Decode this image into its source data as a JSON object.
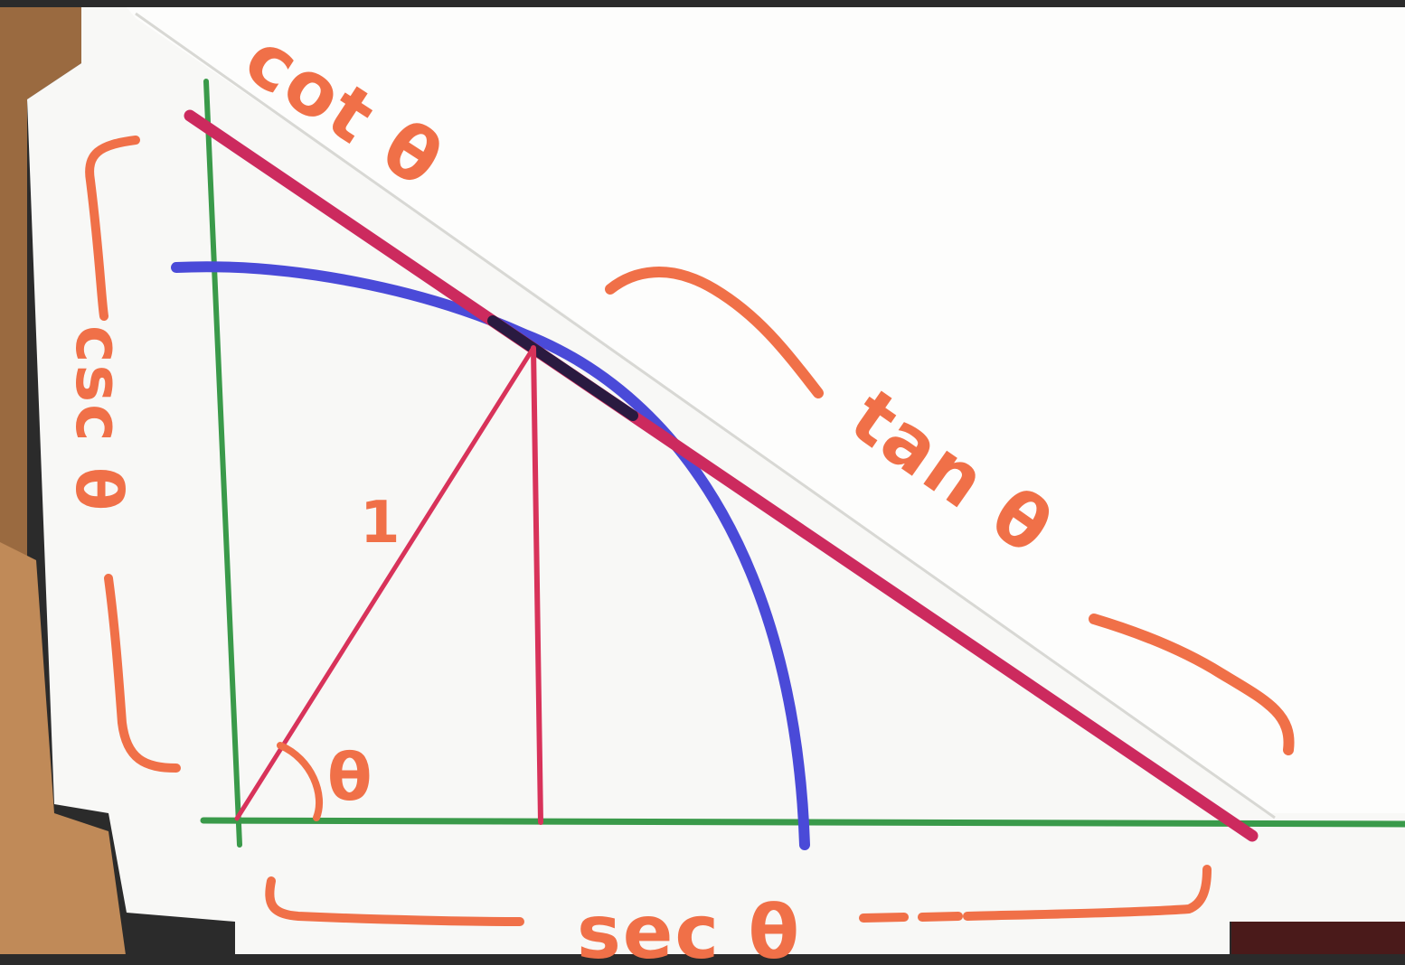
{
  "diagram": {
    "labels": {
      "cot": "cot θ",
      "tan": "tan θ",
      "csc": "csc θ",
      "sec": "sec θ",
      "radius": "1",
      "angle": "θ"
    },
    "colors": {
      "background_top_bar": "#2b2b2b",
      "paper": "#f7f7f5",
      "wood": "#b07a4a",
      "dark_wood": "#4a1a1a",
      "axis_green": "#3a9a4a",
      "tangent_magenta": "#cc2a5e",
      "radius_red": "#d8335a",
      "arc_blue": "#4a4ad8",
      "label_orange": "#f07048"
    },
    "elements": [
      "horizontal-axis",
      "vertical-axis",
      "unit-circle-arc",
      "tangent-line",
      "radius-line",
      "sine-drop-line",
      "angle-arc",
      "csc-brace",
      "sec-brace",
      "tan-brace"
    ]
  }
}
